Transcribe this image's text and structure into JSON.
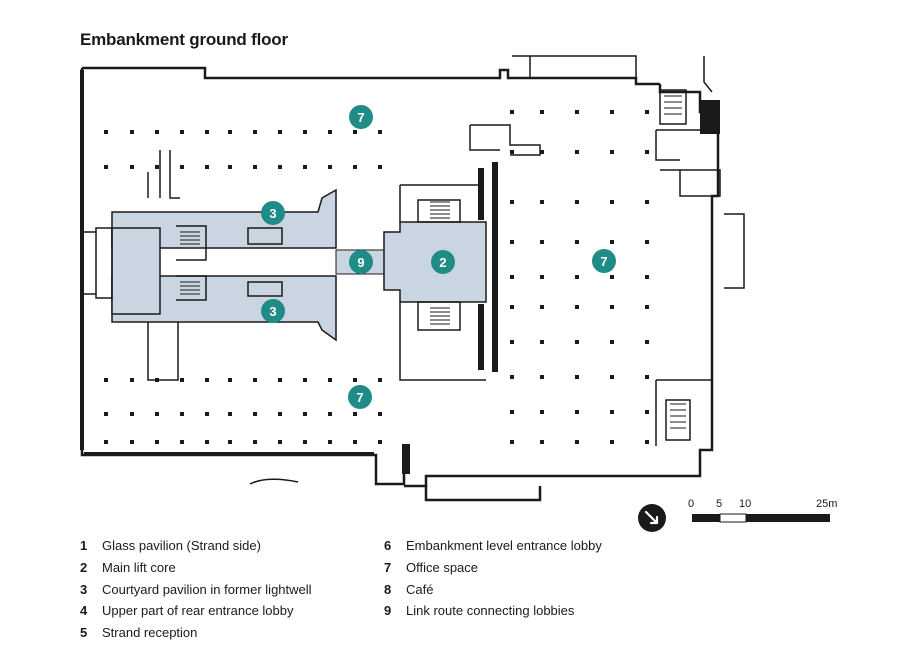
{
  "title": "Embankment ground floor",
  "colors": {
    "wall": "#1a1a1a",
    "pavilion_fill": "#c9d6e2",
    "marker": "#1f8c88",
    "marker_text": "#ffffff"
  },
  "markers": [
    {
      "label": "7"
    },
    {
      "label": "3"
    },
    {
      "label": "9"
    },
    {
      "label": "2"
    },
    {
      "label": "7"
    },
    {
      "label": "3"
    },
    {
      "label": "7"
    }
  ],
  "scale": {
    "ticks": [
      "0",
      "5",
      "10",
      "25m"
    ]
  },
  "north_icon": "north-arrow-icon",
  "legend": [
    {
      "num": "1",
      "text": "Glass pavilion (Strand side)"
    },
    {
      "num": "2",
      "text": "Main lift core"
    },
    {
      "num": "3",
      "text": "Courtyard pavilion in former lightwell"
    },
    {
      "num": "4",
      "text": "Upper part of rear entrance lobby"
    },
    {
      "num": "5",
      "text": "Strand reception"
    },
    {
      "num": "6",
      "text": "Embankment level entrance lobby"
    },
    {
      "num": "7",
      "text": "Office space"
    },
    {
      "num": "8",
      "text": "Café"
    },
    {
      "num": "9",
      "text": "Link route connecting lobbies"
    }
  ]
}
